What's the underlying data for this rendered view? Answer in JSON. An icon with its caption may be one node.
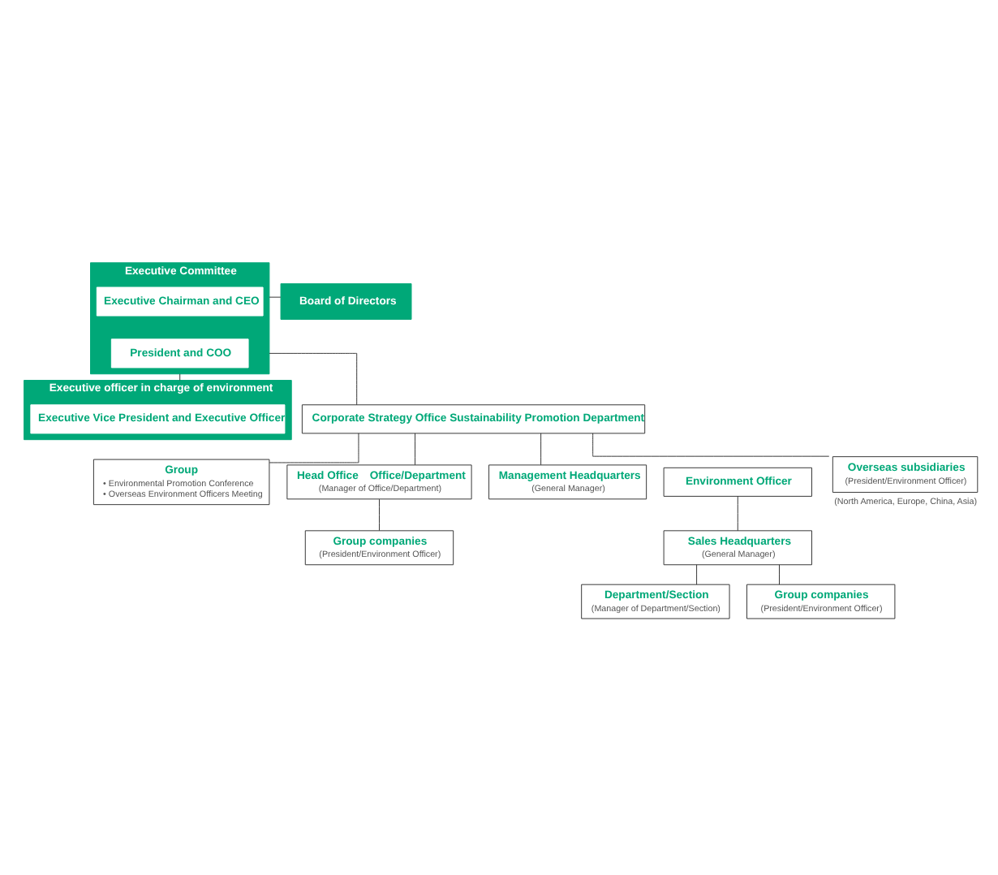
{
  "diagram": {
    "nodes": [
      {
        "text": [
          "Executive Committee"
        ]
      },
      {
        "text": [
          "Executive Chairman and CEO"
        ],
        "in": 0
      },
      {
        "text": [
          "President and COO"
        ],
        "in": 0
      },
      {
        "text": [
          "Board of Directors"
        ]
      },
      {
        "text": [
          "Executive officer in charge of environment"
        ]
      },
      {
        "text": [
          "Executive Vice President and Executive Officer"
        ],
        "in": 4
      },
      {
        "text": [
          "Corporate Strategy Office Sustainability Promotion Department"
        ]
      },
      {
        "text": [
          "Group",
          "• Environmental Promotion Conference",
          "• Overseas Environment Officers Meeting"
        ]
      },
      {
        "text": [
          "Head Office　Office/Department",
          "(Manager of Office/Department)"
        ]
      },
      {
        "text": [
          "Management Headquarters",
          "(General Manager)"
        ]
      },
      {
        "text": [
          "Environment Officer"
        ]
      },
      {
        "text": [
          "Overseas subsidiaries",
          "(President/Environment Officer)"
        ],
        "beside": [
          "(North America, Europe, China, Asia)"
        ]
      },
      {
        "text": [
          "Sales Headquarters",
          "(General Manager)"
        ]
      },
      {
        "text": [
          "Group companies",
          "(President/Environment Officer)"
        ]
      },
      {
        "text": [
          "Department/Section",
          "(Manager of Department/Section)"
        ]
      },
      {
        "text": [
          "Group companies",
          "(President/Environment Officer)"
        ]
      }
    ],
    "edges": [
      {
        "from": 3,
        "to": 0,
        "arrow": "none"
      },
      {
        "from": 0,
        "to": 6,
        "arrow": "none"
      },
      {
        "from": 0,
        "to": 4,
        "arrow": "none"
      },
      {
        "from": 6,
        "to": 7,
        "arrow": "none"
      },
      {
        "from": 6,
        "to": 8,
        "arrow": "none"
      },
      {
        "from": 6,
        "to": 9,
        "arrow": "none"
      },
      {
        "from": 6,
        "to": 11,
        "arrow": "none"
      },
      {
        "from": 10,
        "to": 12,
        "arrow": "none"
      },
      {
        "from": 8,
        "to": 13,
        "arrow": "none"
      },
      {
        "from": 12,
        "to": 14,
        "arrow": "none"
      },
      {
        "from": 12,
        "to": 15,
        "arrow": "none"
      }
    ]
  }
}
